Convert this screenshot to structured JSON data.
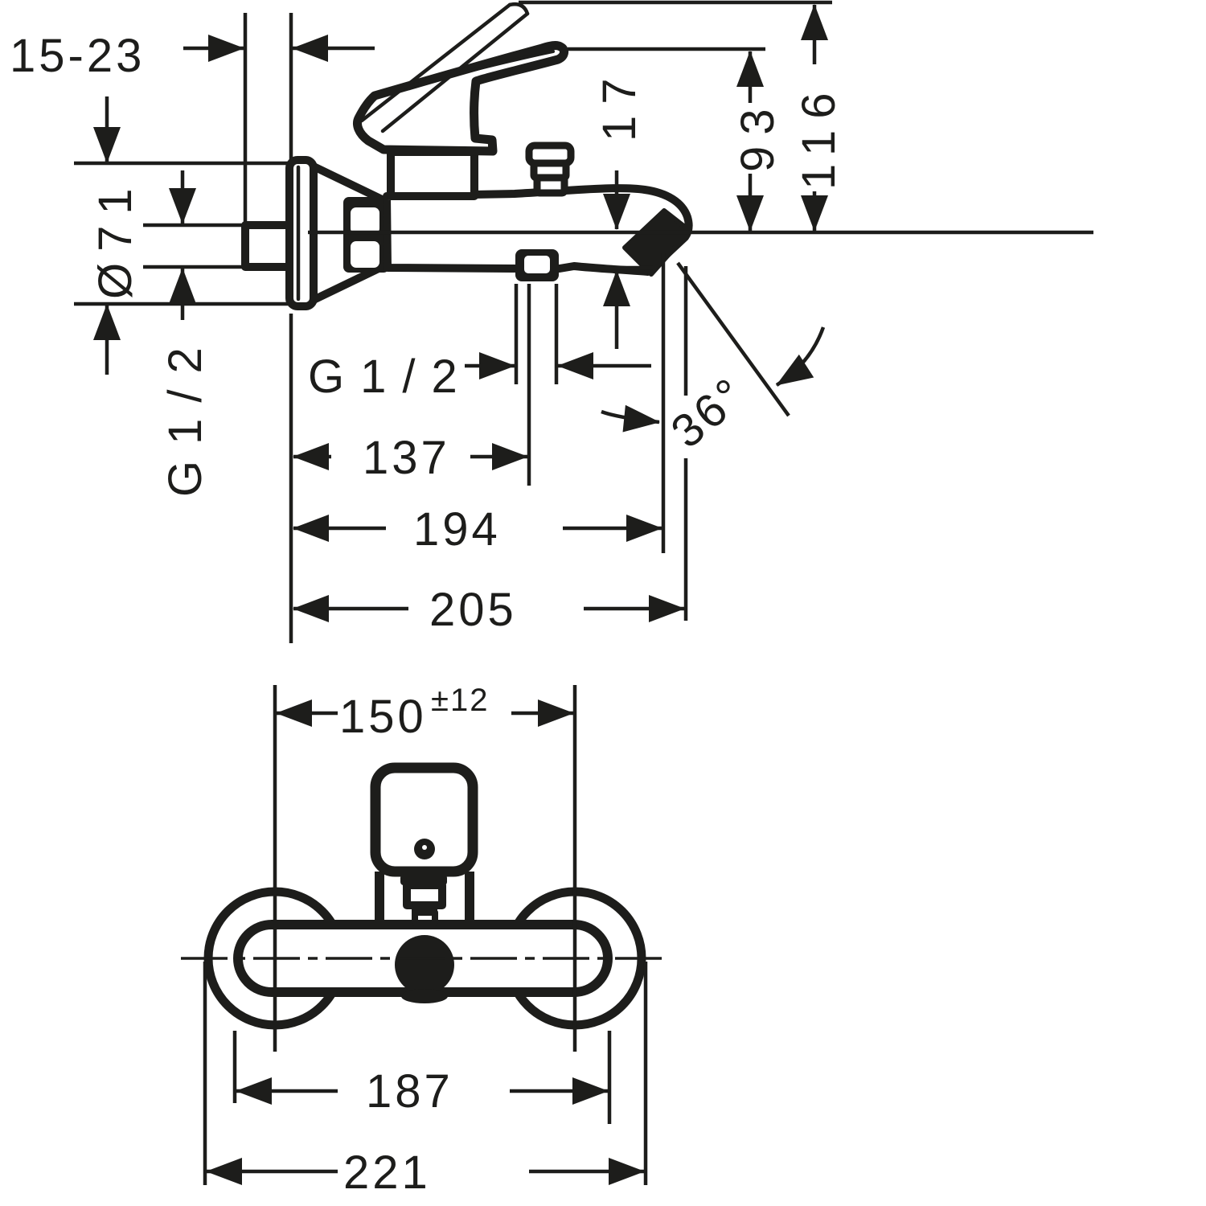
{
  "side_view": {
    "mounting_depth_range": "15-23",
    "escutcheon_diameter": "Ø71",
    "wall_thread": "G1/2",
    "outlet_drop": "17",
    "lever_tip_height": "93",
    "overall_height": "116",
    "shower_outlet_thread": "G1/2",
    "wall_to_outlet": "137",
    "wall_to_spout": "194",
    "overall_projection": "205",
    "spout_angle": "36°"
  },
  "front_view": {
    "connection_centers": "150",
    "centers_tolerance": "±12",
    "body_width": "187",
    "overall_width": "221"
  }
}
